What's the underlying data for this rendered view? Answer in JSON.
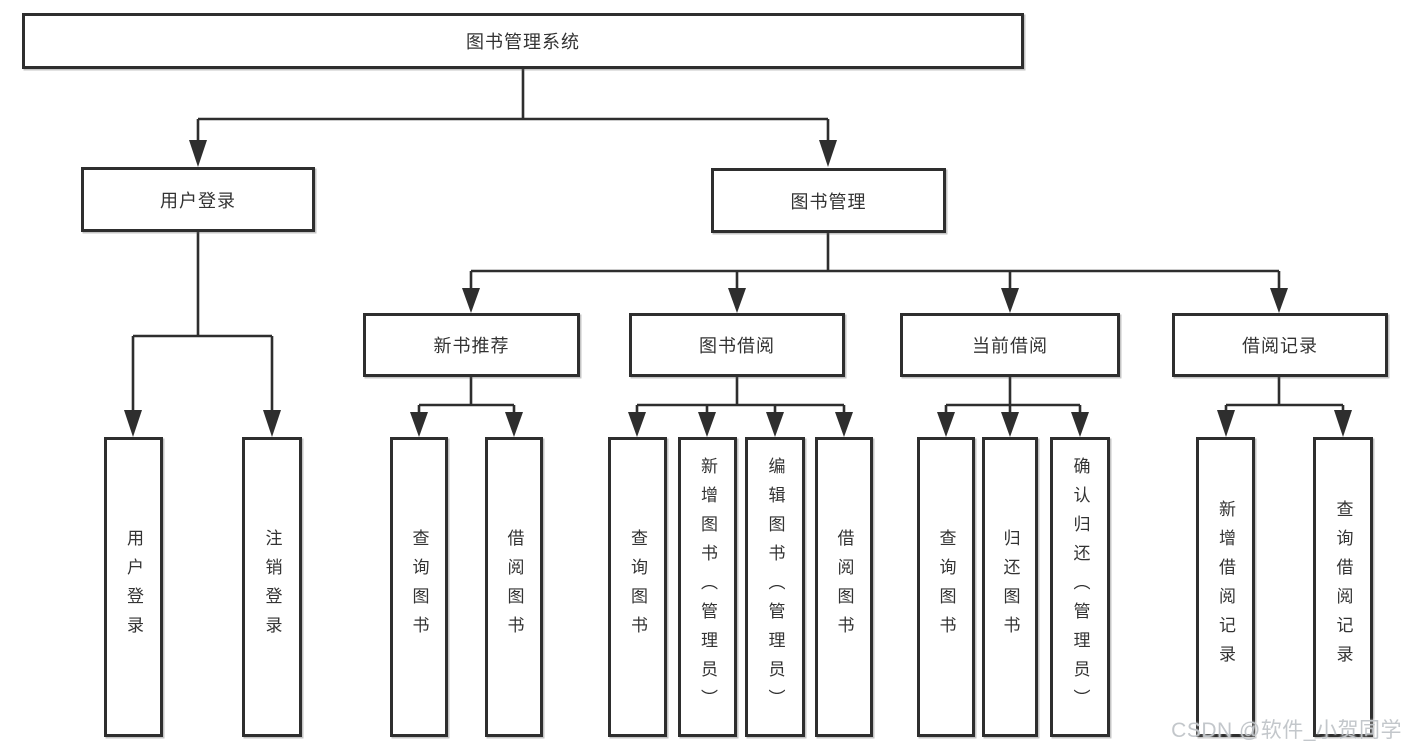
{
  "tree": {
    "root": "图书管理系统",
    "branches": [
      {
        "label": "用户登录",
        "children": [
          "用户登录",
          "注销登录"
        ]
      },
      {
        "label": "图书管理",
        "sections": [
          {
            "label": "新书推荐",
            "children": [
              "查询图书",
              "借阅图书"
            ]
          },
          {
            "label": "图书借阅",
            "children": [
              "查询图书",
              "新增图书（管理员）",
              "编辑图书（管理员）",
              "借阅图书"
            ]
          },
          {
            "label": "当前借阅",
            "children": [
              "查询图书",
              "归还图书",
              "确认归还（管理员）"
            ]
          },
          {
            "label": "借阅记录",
            "children": [
              "新增借阅记录",
              "查询借阅记录"
            ]
          }
        ]
      }
    ]
  },
  "watermark": {
    "text": "CSDN @软件_小贺同学"
  },
  "colors": {
    "line": "#2e2e2e",
    "box_border": "#2e2e2e",
    "text": "#333333",
    "background": "#ffffff",
    "watermark": "#c0c4c8"
  }
}
